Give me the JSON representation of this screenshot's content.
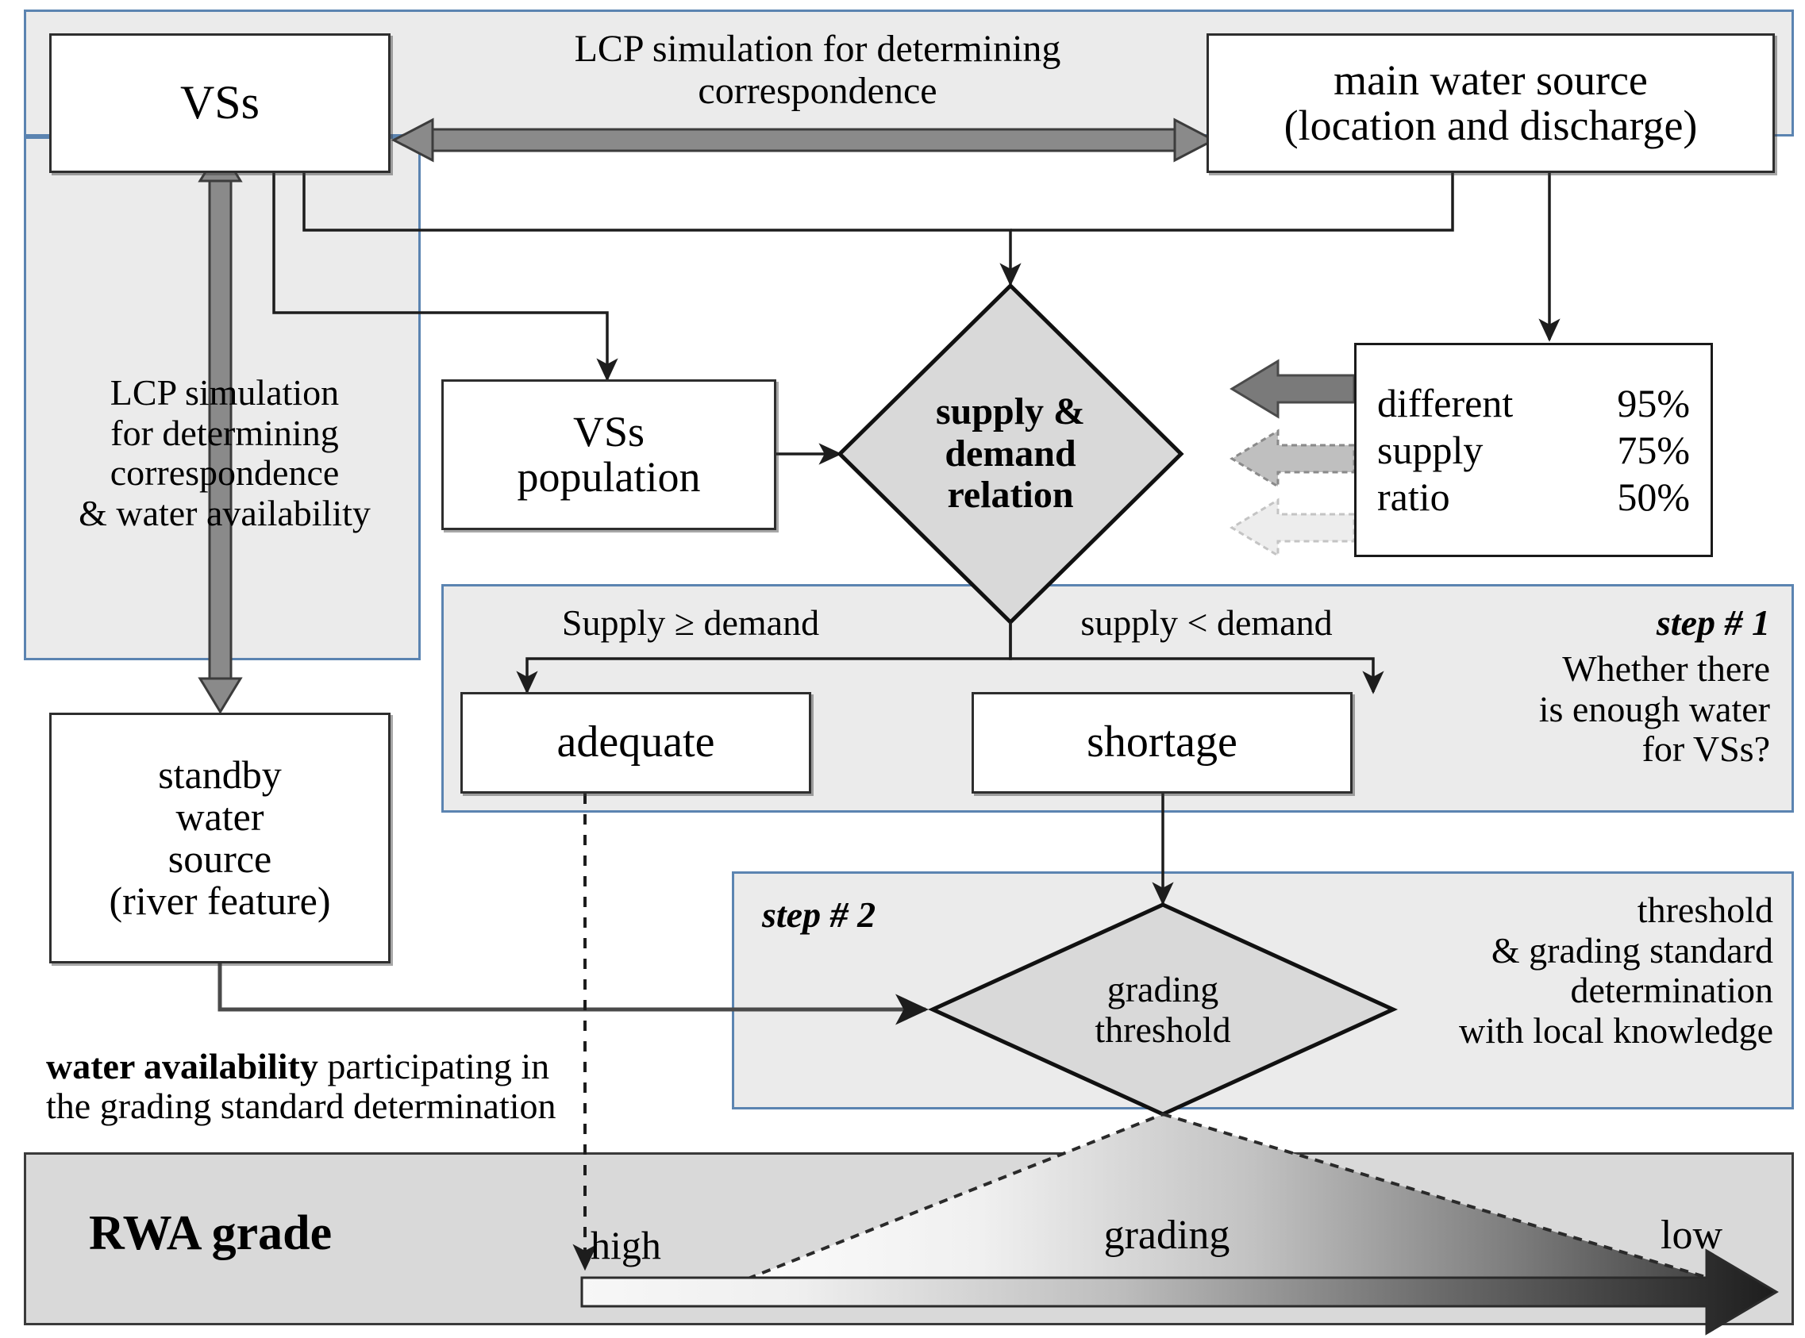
{
  "diagram": {
    "title_nodes": {
      "vss": "VSs",
      "main_water_source": "main water source\n(location and discharge)",
      "vss_population": "VSs\npopulation",
      "standby_water_source": "standby\nwater\nsource\n(river feature)",
      "adequate": "adequate",
      "shortage": "shortage"
    },
    "decisions": {
      "supply_demand": "supply &\ndemand\nrelation",
      "grading_threshold": "grading\nthreshold"
    },
    "annotations": {
      "top_lcp": "LCP simulation for determining\ncorrespondence",
      "left_lcp": "LCP simulation\nfor determining\ncorrespondence\n& water availability",
      "branch_adequate": "Supply ≥ demand",
      "branch_shortage": "supply < demand",
      "step1_label": "step # 1",
      "step1_text": "Whether there\nis enough water\nfor VSs?",
      "step2_label": "step # 2",
      "step2_text": "threshold\n& grading standard\ndetermination\nwith local knowledge",
      "water_availability_bold": "water availability",
      "water_availability_rest": " participating in\nthe grading standard determination"
    },
    "legend": {
      "rows": [
        {
          "label": "different",
          "value": "95%",
          "arrow": "solid-dark-arrow"
        },
        {
          "label": "supply",
          "value": "75%",
          "arrow": "dashed-mid-arrow"
        },
        {
          "label": "ratio",
          "value": "50%",
          "arrow": "dashed-light-arrow"
        }
      ]
    },
    "grade_bar": {
      "title": "RWA grade",
      "high_label": "high",
      "grading_label": "grading",
      "low_label": "low"
    },
    "colors": {
      "panel_border": "#5b84b1",
      "panel_fill": "#ebebeb",
      "node_border": "#2e2e2e",
      "diamond_fill": "#d9d9d9",
      "grade_bar_fill": "#d9d9d9",
      "arrow_dark": "#7a7a7a",
      "arrow_mid": "#bfbfbf",
      "arrow_light": "#ededed"
    }
  }
}
